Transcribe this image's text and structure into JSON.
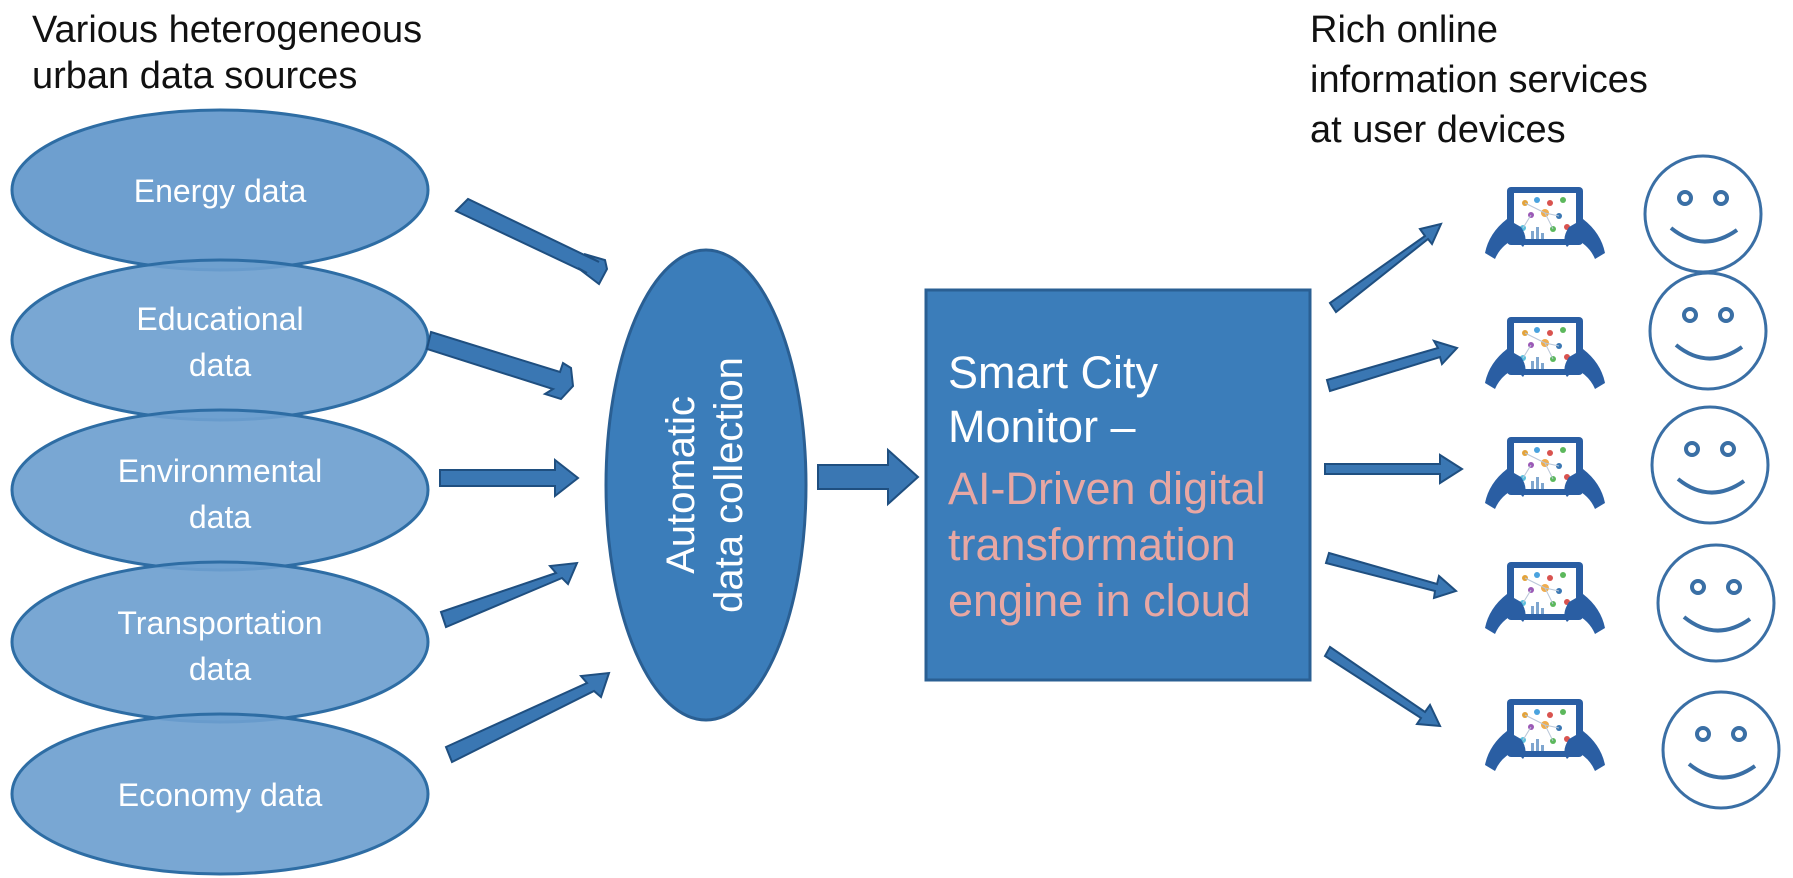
{
  "captions": {
    "sources_line1": "Various heterogeneous",
    "sources_line2": "urban data sources",
    "services_line1": "Rich online",
    "services_line2": "information services",
    "services_line3": "at user devices"
  },
  "sources": [
    {
      "line1": "Energy data",
      "line2": ""
    },
    {
      "line1": "Educational",
      "line2": "data"
    },
    {
      "line1": "Environmental",
      "line2": "data"
    },
    {
      "line1": "Transportation",
      "line2": "data"
    },
    {
      "line1": "Economy data",
      "line2": ""
    }
  ],
  "collector": {
    "line1": "Automatic",
    "line2": "data collection"
  },
  "engine": {
    "line1": "Smart City",
    "line2": "Monitor –",
    "line3": "AI-Driven digital",
    "line4": "transformation",
    "line5": "engine in cloud"
  },
  "colors": {
    "source_fill": "#6e9fcf",
    "source_stroke": "#2e6da4",
    "shape_fill": "#3b7dba",
    "arrow_fill": "#3a77b3",
    "arrow_stroke": "#1f4f80",
    "accent_text": "#e8a7a3",
    "device_blue": "#2a5ea3",
    "face_stroke": "#3a6fa5"
  },
  "icons": {
    "device": "tablet-hands-icon",
    "user": "smiley-face-icon"
  }
}
